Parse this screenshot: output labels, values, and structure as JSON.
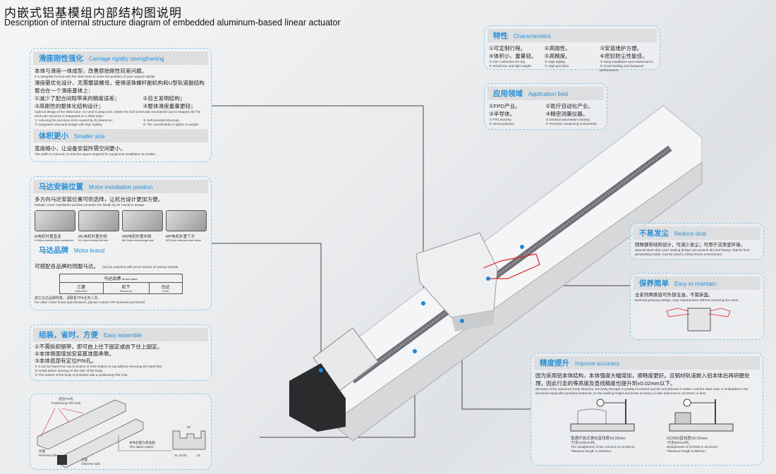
{
  "title": {
    "cn": "内嵌式铝基模组内部结构图说明",
    "en": "Description of internal structure diagram of embedded aluminum-based  linear actuator"
  },
  "rigidity": {
    "title_cn": "滑座刚性强化",
    "title_en": "Carriage rigidity strengthening",
    "p1_cn": "本体与滑座一体成型，改善原始刚性较差问题。",
    "p1_en": "It is integrally formed with the slide base to solve the problem of poor original rigidity.",
    "p2_cn": "滑座最优化设计，无需塞装螺母，使得滚珠螺杆副机构和U型轨道副结构整合在一个滑座基体上：",
    "items_cn": [
      "①减少了配合间隙带来的精度误差；",
      "②自主发明结构；",
      "③高刚性的整体化结构设计；",
      "④整体滑座重量更轻；"
    ],
    "p2_en": "Optimal design of the slide base, no need to plug nuts, makes the ball screw pair mechanism and U-shaped rail The track pair structure is integrated on a slide base:",
    "items_en": [
      "① reducing the precision error caused by fit clearance;",
      "② Self-invented structure;",
      "③ Integrated structural design with high rigidity;",
      "④ The overall slider is lighter in weight;"
    ]
  },
  "smaller": {
    "title_cn": "体积更小",
    "title_en": "Smaller size",
    "p_cn": "宽度缩小，让设备安装所需空间更小。",
    "p_en": "The width is reduced, so that the space required for equipment installation is smaller."
  },
  "motor_pos": {
    "title_cn": "马达安装位置",
    "title_en": "Motor installation position",
    "p_cn": "多方向马达安装位置可供选择，让机台设计更加方便。",
    "p_en": "Multiple motor installation position provides the flexibi lity for machine design.",
    "types": [
      {
        "cn": "M电机外置直连",
        "en": "M Motor external direct connection"
      },
      {
        "cn": "ML电机外置左侧",
        "en": "ML Motor external left side"
      },
      {
        "cn": "MR电机外置右侧",
        "en": "MR Motor external right side"
      },
      {
        "cn": "MP电机外置下方",
        "en": "MP Motor external under below"
      }
    ]
  },
  "motor_brand": {
    "title_cn": "马达品牌",
    "title_en": "Motor brand",
    "p_cn": "可搭配各品牌的伺服马达。",
    "p_en": "Can be matched with servo motors of various brands.",
    "table_cn": "马达品牌",
    "table_en": "Motor brand",
    "brands": [
      {
        "cn": "三菱",
        "en": "Mitsubishi"
      },
      {
        "cn": "松下",
        "en": "Panasonic"
      },
      {
        "cn": "台达",
        "en": "Delta"
      }
    ],
    "note_cn": "其它马达品牌规格，请联系TPA业务人员。",
    "note_en": "For other motor brand specifications, please contact TPA business personnel."
  },
  "assemble": {
    "title_cn": "组装，省时、方便",
    "title_en": "Easy assemble",
    "items_cn": [
      "①不需拆卸钢带，即可由上往下固定或由下往上固定。",
      "②本体侧面增加安装基准面承靠。",
      "③本体底部有定位PIN孔。"
    ],
    "items_en": [
      "① It can be fixed from top to bottom or from bottom to top without removing the steel belt.",
      "② Install datum bearing on the side of the body.",
      "③ The bottom of the body is provided with a positioning PIN hole."
    ]
  },
  "pin_diagram": {
    "pin_cn": "定位PIN孔",
    "pin_en": "Positioning PIN hole",
    "reverse_cn": "反面",
    "reverse_en": "Reverse side",
    "obverse_cn": "正面",
    "obverse_en": "Obverse side",
    "datum_cn": "本体此面为基准面",
    "datum_en": "The datum plane.",
    "dim_top": "82",
    "dim_l": "41 ±0.02",
    "dim_r": "41"
  },
  "characteristics": {
    "title_cn": "特性",
    "title_en": "Characteristics",
    "items_cn": [
      "①可定制行程。",
      "②高刚性。",
      "③安装维护方便。",
      "④体积小、重量轻。",
      "⑤高精度。",
      "⑥密封防尘性能佳。"
    ],
    "items_en": [
      "① Can customize the trip.",
      "② High rigidity.",
      "③ Easy installation and maintenance.",
      "④ Small size and light weight.",
      "⑤ High precision.",
      "⑥ Good sealing and dustproof performance."
    ]
  },
  "application": {
    "title_cn": "应用领域",
    "title_en": "Application field",
    "items_cn": [
      "①FPD产业。",
      "②医疗自动化产业。",
      "③半导体。",
      "④精密测量仪器。"
    ],
    "items_en": [
      "① FPD industry.",
      "② Medical automation industry.",
      "③ semiconductor.",
      "④ Precision measuring instruments."
    ]
  },
  "dust": {
    "title_cn": "不易发尘",
    "title_en": "Reduce dust",
    "p_cn": "特殊钢带结构设计，可减少发尘；可用于洁净室环境。",
    "p_en": "Special steel strip cover sealing design can prevent dirt and foreign objects from penetrating inside. Can be used in Clean Room environment."
  },
  "maintain": {
    "title_cn": "保养简单",
    "title_en": "Easy to maintain",
    "p_cn": "全系列两侧皆可外部注油，不需拆盖。",
    "p_en": "External greasing design, easy maintenance without removing the cover."
  },
  "accuracy": {
    "title_cn": "精度提升",
    "title_en": "Improve accuracy",
    "p_cn": "因为采用铝本体结构，本体强度大幅增加，顺畅度更好。且钢材轨道嵌入铝本体后再研磨处理，因此行走的等高度及直线精度也提升到±0.02mm以下。",
    "p_en": "Because of the aluminum body structure, the body strength is greatly increased and the smoothness is better. And the steel track is embedded in the aluminum body,after grinding treatment, so the walking height and linear accuracy is also improved to ±0.02mm or less.",
    "left": {
      "l1": "普通开放式滑台直线度±0.05mm",
      "l2": "*行走1000mm时。",
      "l3": "The straightness of the common is ±0.05mm.",
      "l4": "*Measure length is 1000mm."
    },
    "right": {
      "l1": "GCR50直线度±0.02mm",
      "l2": "*行走800mm时。",
      "l3": "Straightness of GCR50 is ±0.02mm.",
      "l4": "*Measure length is 800mm."
    }
  },
  "colors": {
    "accent": "#2a8fd6",
    "border": "#8fc3e6",
    "red": "#e0242c"
  }
}
